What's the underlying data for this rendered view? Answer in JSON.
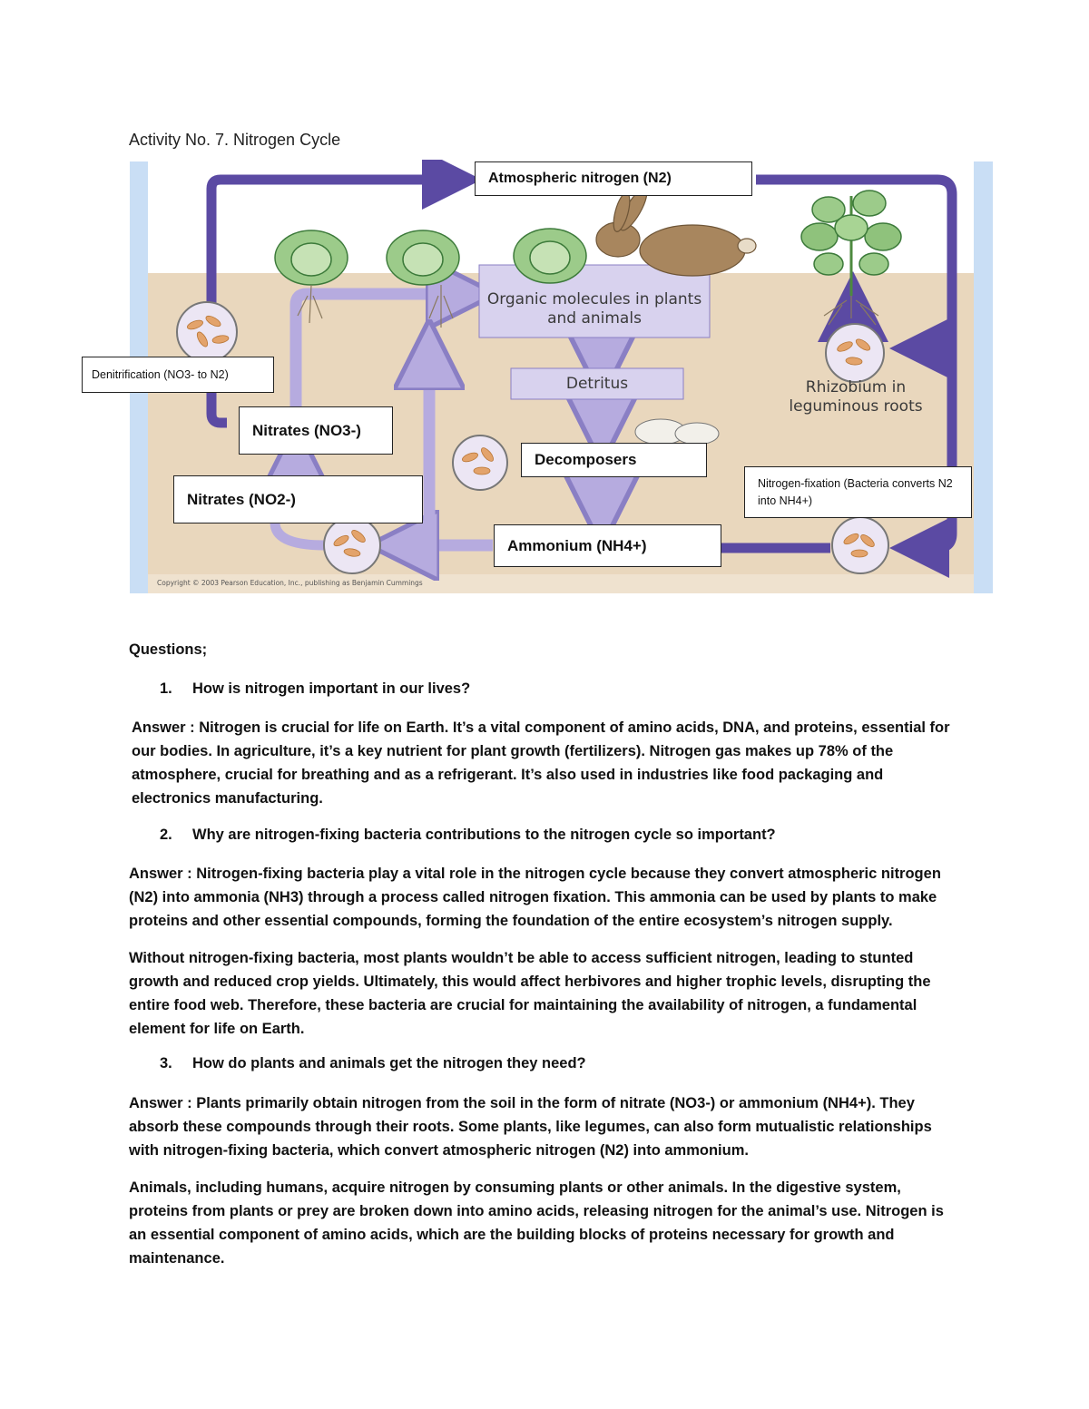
{
  "title": "Activity No. 7. Nitrogen Cycle",
  "diagram": {
    "labels": {
      "atmospheric": "Atmospheric nitrogen (N2)",
      "denitrification": "Denitrification (NO3- to N2)",
      "nitrates_no3": "Nitrates (NO3-)",
      "nitrates_no2": "Nitrates (NO2-)",
      "decomposers": "Decomposers",
      "ammonium": "Ammonium (NH4+)",
      "fixation": "Nitrogen-fixation (Bacteria converts N2 into NH4+)"
    },
    "printed": {
      "organic": "Organic molecules in plants and animals",
      "detritus": "Detritus",
      "rhizobium": "Rhizobium in leguminous roots",
      "copyright": "Copyright © 2003 Pearson Education, Inc., publishing as Benjamin Cummings"
    },
    "colors": {
      "sky": "#ffffff",
      "soil": "#e9d7bd",
      "arrow_dark": "#5b4aa3",
      "arrow_light": "#b6abdf",
      "box_fill": "#d8d2ee",
      "side_bar": "#c9def5"
    }
  },
  "questions_heading": "Questions;",
  "questions": [
    {
      "number": "1.",
      "question": "How is nitrogen important in our lives?",
      "answers": [
        "Answer : Nitrogen is crucial for life on Earth. It’s a vital component of amino acids, DNA, and proteins, essential for our bodies. In agriculture, it’s a key nutrient for plant growth (fertilizers). Nitrogen gas makes up 78% of the atmosphere, crucial for breathing and as a refrigerant. It’s also used in industries like food packaging and electronics manufacturing."
      ]
    },
    {
      "number": "2.",
      "question": "Why are nitrogen-fixing bacteria contributions to the nitrogen cycle so important?",
      "answers": [
        "Answer : Nitrogen-fixing bacteria play a vital role in the nitrogen cycle because they convert atmospheric nitrogen (N2) into ammonia (NH3) through a process called nitrogen fixation. This ammonia can be used by plants to make proteins and other essential compounds, forming the foundation of the entire ecosystem’s nitrogen supply.",
        "Without nitrogen-fixing bacteria, most plants wouldn’t be able to access sufficient nitrogen, leading to stunted growth and reduced crop yields. Ultimately, this would affect herbivores and higher trophic levels, disrupting the entire food web. Therefore, these bacteria are crucial for maintaining the availability of nitrogen, a fundamental element for life on Earth."
      ]
    },
    {
      "number": "3.",
      "question": "How do plants and animals get the nitrogen they need?",
      "answers": [
        "Answer : Plants primarily obtain nitrogen from the soil in the form of nitrate (NO3-) or ammonium (NH4+). They absorb these compounds through their roots. Some plants, like legumes, can also form mutualistic relationships with nitrogen-fixing bacteria, which convert atmospheric nitrogen (N2) into ammonium.",
        "Animals, including humans, acquire nitrogen by consuming plants or other animals. In the digestive system, proteins from plants or prey are broken down into amino acids, releasing nitrogen for the animal’s use. Nitrogen is an essential component of amino acids, which are the building blocks of proteins necessary for growth and maintenance."
      ]
    }
  ]
}
